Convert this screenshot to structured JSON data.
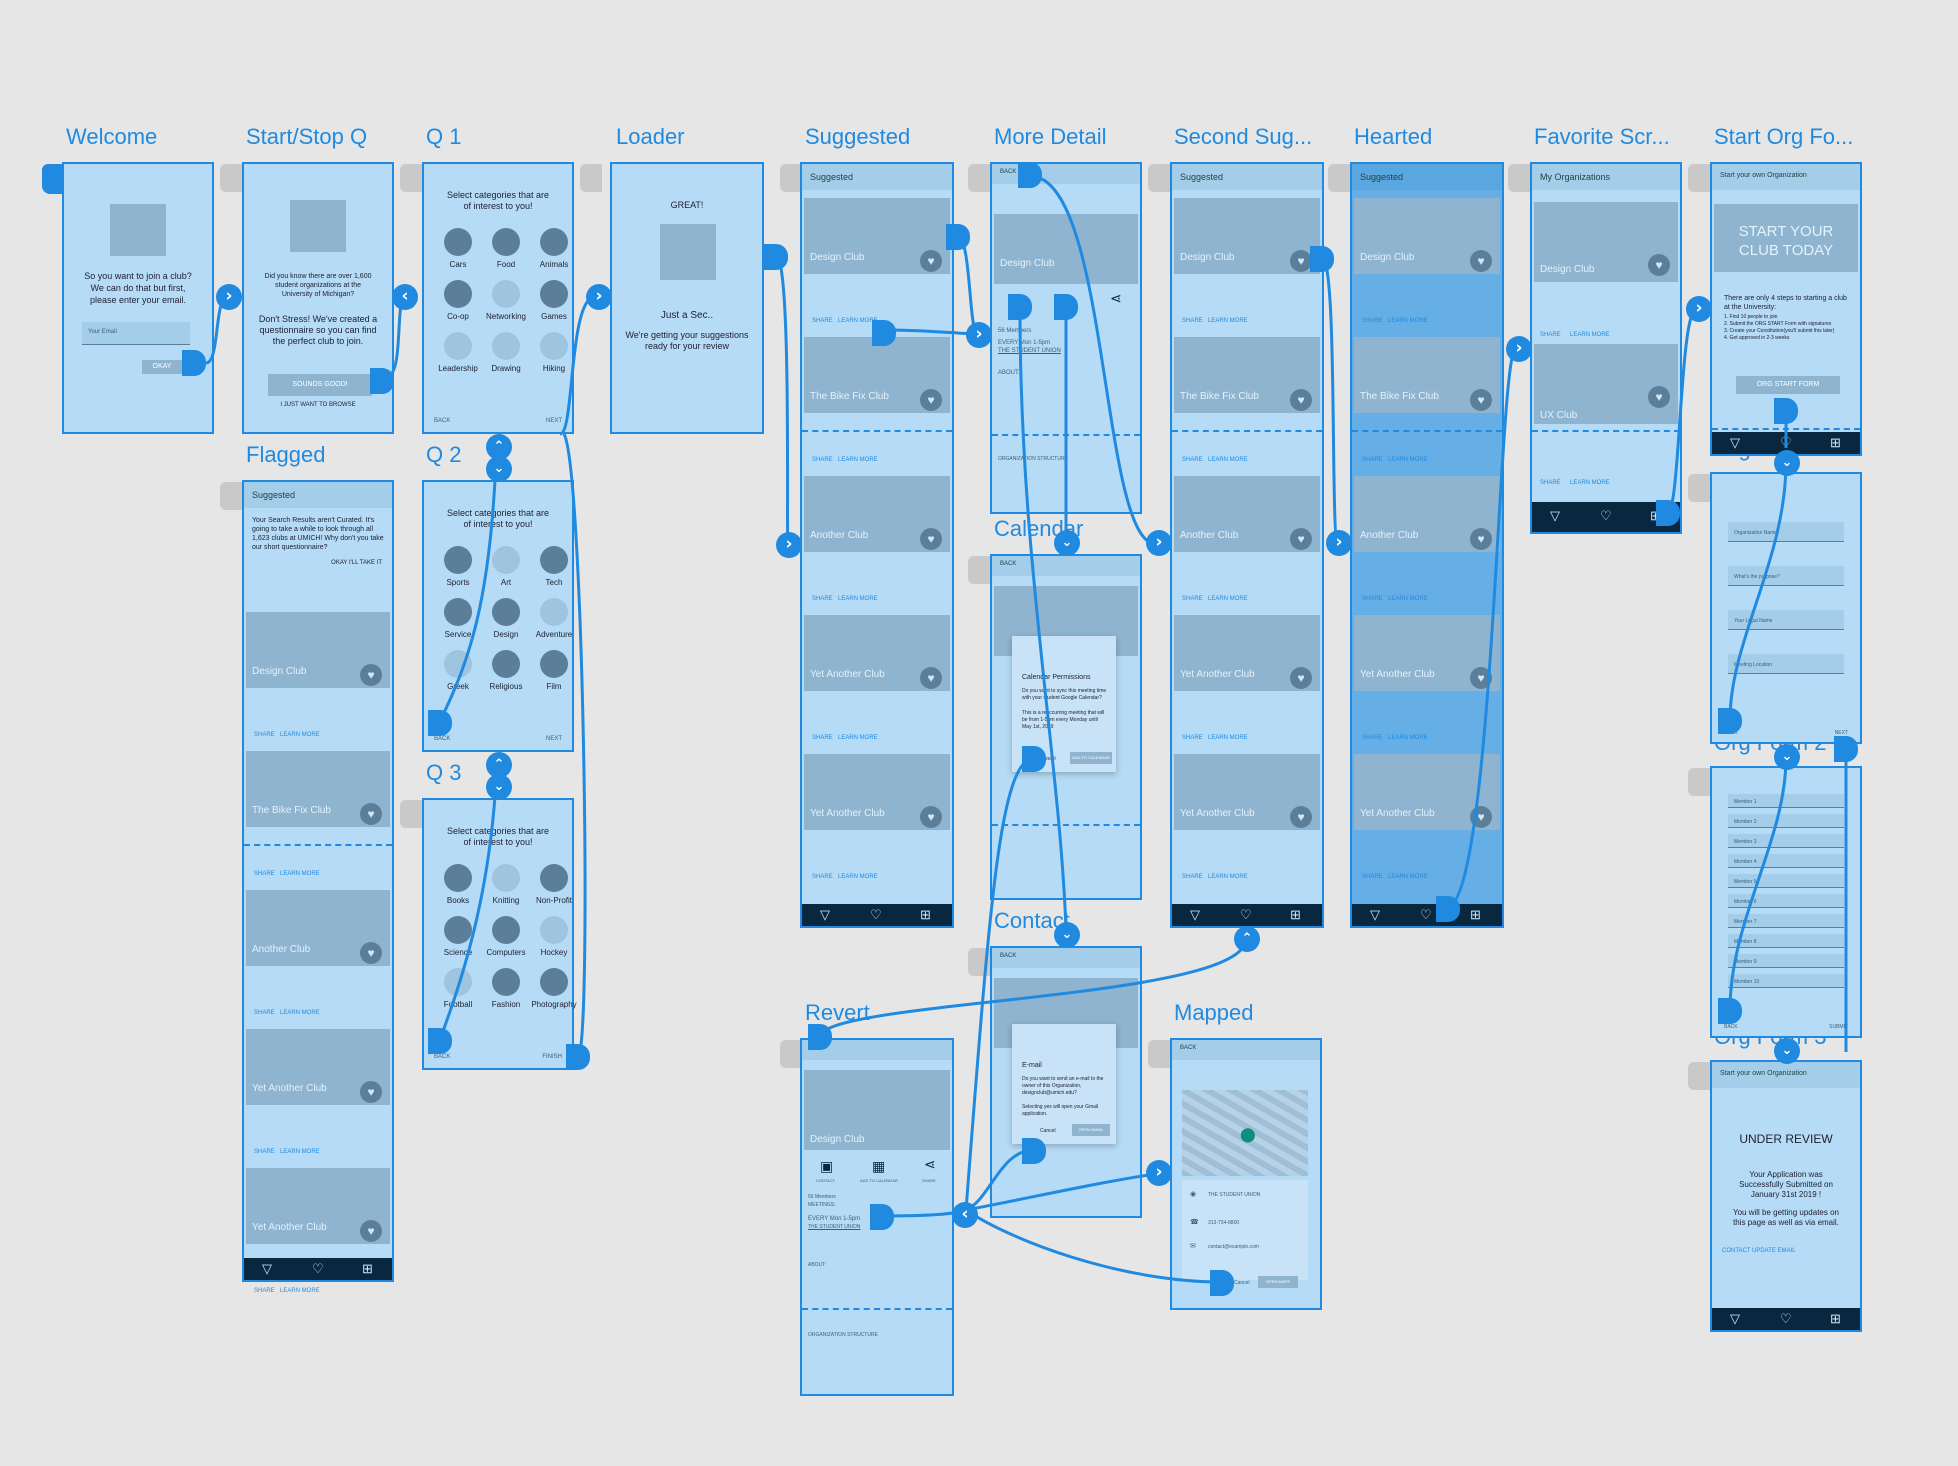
{
  "artboards": {
    "welcome": "Welcome",
    "start_stop": "Start/Stop Q",
    "q1": "Q 1",
    "loader": "Loader",
    "suggested": "Suggested",
    "more_detail": "More Detail",
    "second_sug": "Second Sug...",
    "hearted": "Hearted",
    "favorite": "Favorite Scr...",
    "start_org": "Start Org Fo...",
    "flagged": "Flagged",
    "q2": "Q 2",
    "q3": "Q 3",
    "calendar": "Calendar",
    "contact": "Contact",
    "revert": "Revert",
    "mapped": "Mapped",
    "org_form_1": "Org Form 1",
    "org_form_2": "Org Form 2",
    "org_form_3": "Org Form 3"
  },
  "welcome": {
    "text": "So you want to join a club? We can do that but first, please enter your email.",
    "email_placeholder": "Your Email",
    "okay": "OKAY"
  },
  "start_stop": {
    "fact": "Did you know there are over 1,600 student organizations at the University of Michigan?",
    "text": "Don't Stress! We've created a questionnaire so you can find the perfect club to join.",
    "sounds_good": "SOUNDS GOOD!",
    "just_browsing": "I JUST WANT TO BROWSE"
  },
  "questions": {
    "prompt": "Select categories that are of interest to you!",
    "back": "BACK",
    "next": "NEXT",
    "finish": "FINISH",
    "q1_categories": [
      "Cars",
      "Food",
      "Animals",
      "Co-op",
      "Networking",
      "Games",
      "Leadership",
      "Drawing",
      "Hiking"
    ],
    "q2_categories": [
      "Sports",
      "Art",
      "Tech",
      "Service",
      "Design",
      "Adventure",
      "Greek",
      "Religious",
      "Film"
    ],
    "q3_categories": [
      "Books",
      "Knitting",
      "Non-Profit",
      "Science",
      "Computers",
      "Hockey",
      "Football",
      "Fashion",
      "Photography"
    ]
  },
  "loader": {
    "great": "GREAT!",
    "just_a_sec": "Just a Sec..",
    "message": "We're getting your suggestions ready for your review"
  },
  "feed": {
    "header": "Suggested",
    "share": "SHARE",
    "learn_more": "LEARN MORE",
    "clubs": [
      "Design Club",
      "The Bike Fix Club",
      "Another Club",
      "Yet Another Club",
      "Yet Another Club"
    ]
  },
  "flagged": {
    "header": "Suggested",
    "notice": "Your Search Results aren't Curated. It's going to take a while to look through all 1,623 clubs at UMICH! Why don't you take our short questionnaire?",
    "cta": "OKAY I'LL TAKE IT"
  },
  "favorites": {
    "header": "My Organizations",
    "clubs": [
      "Design Club",
      "UX Club"
    ]
  },
  "detail": {
    "back": "BACK",
    "club": "Design Club",
    "contact": "CONTACT",
    "add_to_calendar": "ADD TO CALENDAR",
    "share": "SHARE",
    "members": "56 Members",
    "meetings": "MEETINGS:",
    "schedule": "EVERY Mon 1-5pm",
    "venue": "THE STUDENT UNION",
    "about": "ABOUT:",
    "structure": "ORGANIZATION STRUCTURE"
  },
  "calendar_dialog": {
    "title": "Calendar Permissions",
    "body": "Do you want to sync this meeting time with your student Google Calendar?",
    "body2": "This is a reoccurring meeting that will be from 1-5pm every Monday until May 1st, 2019",
    "cancel": "Cancel",
    "confirm": "ADD TO CALENDAR"
  },
  "contact_dialog": {
    "title": "E-mail",
    "body": "Do you want to send an e-mail to the owner of this Organization, designclub@umich.edu?",
    "body2": "Selecting yes will open your Gmail application.",
    "cancel": "Cancel",
    "confirm": "OPEN GMAIL"
  },
  "mapped": {
    "back": "BACK",
    "place": "THE STUDENT UNION",
    "phone": "313-734-8800",
    "email": "contact@example.com",
    "cancel": "Cancel",
    "confirm": "OPEN MAPS"
  },
  "org": {
    "header": "Start your own Organization",
    "hero": "START YOUR CLUB TODAY",
    "intro": "There are only 4 steps to starting a club at the University:",
    "steps": [
      "1. Find 10 people to join",
      "2. Submit the ORG START Form with signatures",
      "3. Create your Constitution(you'll submit this later)",
      "4. Get approved in 2-3 weeks"
    ],
    "start_button": "ORG START FORM",
    "form1_fields": [
      "Organization Name",
      "What's the purpose?",
      "Your Legal Name",
      "Meeting Location"
    ],
    "form2_members": [
      "Member 1",
      "Member 2",
      "Member 3",
      "Member 4",
      "Member 5",
      "Member 6",
      "Member 7",
      "Member 8",
      "Member 9",
      "Member 10"
    ],
    "submit": "SUBMIT",
    "review_title": "UNDER REVIEW",
    "review_body": "Your Application was Successfully Submitted on January 31st 2019 !",
    "review_body2": "You will be getting updates on this page as well as via email.",
    "contact": "CONTACT",
    "update_email": "UPDATE EMAIL"
  },
  "colors": {
    "canvas": "#e6e6e6",
    "accent": "#1f8ae0",
    "screen_fill": "#b5dbf6",
    "image_placeholder": "#8fb4cf",
    "nav_bar": "#0a2740"
  }
}
